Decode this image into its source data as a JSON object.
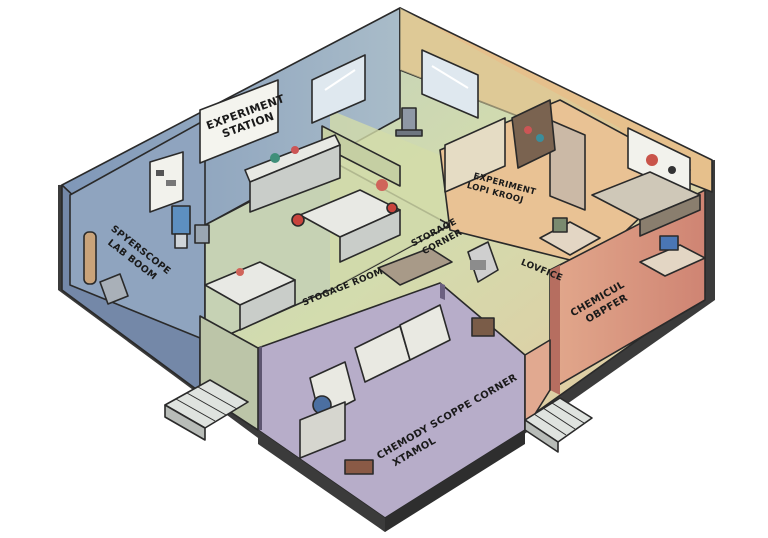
{
  "labels": {
    "experiment_station": [
      "EXPERIMENT",
      "STATION"
    ],
    "experiment_office": [
      "EXPERIMENT",
      "LOPI KROOJ"
    ],
    "microscope_lab": [
      "SPYERSCOPE",
      "LAB BOOM"
    ],
    "storage_room": "STOGAGE ROOM",
    "storage_corner": [
      "STORAGE",
      "CORNER"
    ],
    "office": "LOVFICE",
    "chemical_office": [
      "CHEMICUL",
      "OBPFER"
    ],
    "chemistry_corner": [
      "CHEMODY SCOPPE CORNER",
      "XTAMOL"
    ]
  },
  "colors": {
    "left_room": "#8fa4bf",
    "center_room": "#c9d8b4",
    "right_room": "#e0b690",
    "red_room": "#d9907e",
    "bottom_room": "#b7adc9",
    "outline": "#2a2a2a"
  }
}
